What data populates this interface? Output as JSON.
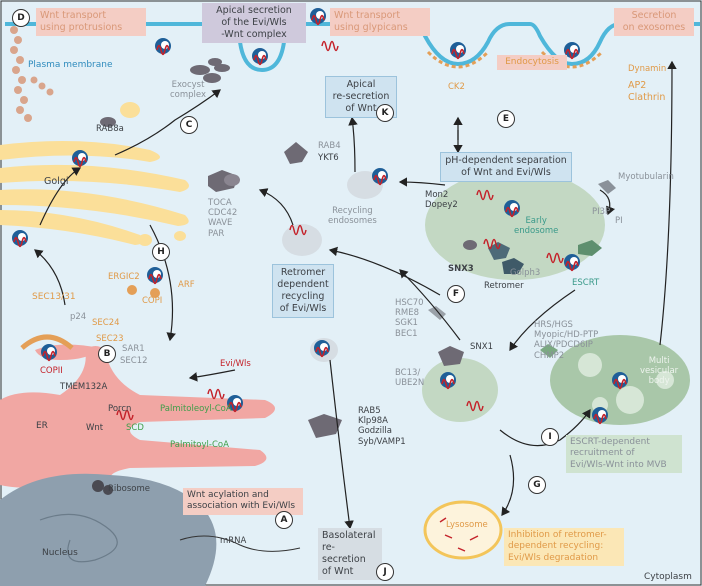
{
  "labels": {
    "corner_d": "D",
    "wnt_protrusions": "Wnt transport\nusing protrusions",
    "apical_secretion_complex": "Apical secretion\nof the Evi/Wls\n-Wnt complex",
    "wnt_glypicans": "Wnt transport\nusing glypicans",
    "secretion_exosomes": "Secretion\non exosomes",
    "plasma_membrane": "Plasma membrane",
    "exocyst_complex": "Exocyst\ncomplex",
    "endocytosis": "Endocytosis",
    "dynamin": "Dynamin",
    "ap2": "AP2",
    "clathrin": "Clathrin",
    "ck2": "CK2",
    "rab8a": "RAB8a",
    "circle_c": "C",
    "apical_resecretion": "Apical\nre-secretion\nof Wnt",
    "circle_k": "K",
    "circle_e": "E",
    "ph_dependent": "pH-dependent separation\nof Wnt and Evi/Wls",
    "rab4": "RAB4",
    "ykt6": "YKT6",
    "myotubularin": "Myotubularin",
    "pi3p": "PI3P",
    "pi": "PI",
    "golgi": "Golgi",
    "toca_group": "TOCA\nCDC42\nWAVE\nPAR",
    "recycling_endosomes": "Recycling\nendosomes",
    "mon2_dopey2": "Mon2\nDopey2",
    "early_endosome": "Early\nendosome",
    "snx3": "SNX3",
    "golph3": "Golph3",
    "retromer": "Retromer",
    "escrt": "ESCRT",
    "circle_h": "H",
    "ergic2": "ERGIC2",
    "arf": "ARF",
    "copi": "COPI",
    "retromer_dependent": "Retromer\ndependent\nrecycling\nof Evi/Wls",
    "circle_f": "F",
    "hsc_group": "HSC70\nRME8\nSGK1\nBEC1",
    "sec1331": "SEC13/31",
    "p24": "p24",
    "sec24": "SEC24",
    "sec23": "SEC23",
    "copii": "COPII",
    "circle_b": "B",
    "sar1": "SAR1",
    "sec12": "SEC12",
    "tmem132a": "TMEM132A",
    "evi_wls": "Evi/Wls",
    "hrs_group": "HRS/HGS\nMyopic/HD-PTP\nALIX/PDCD6IP\nCHMP2",
    "snx1": "SNX1",
    "bc13": "BC13/\nUBE2N",
    "multivesicular": "Multi\nvesicular\nbody",
    "porcn": "Porcn",
    "palmitoleoyl": "Palmitoleoyl-CoA",
    "er": "ER",
    "wnt": "Wnt",
    "scd": "SCD",
    "palmitoyl": "Palmitoyl-CoA",
    "rab5_group": "RAB5\nKlp98A\nGodzilla\nSyb/VAMP1",
    "circle_i": "I",
    "escrt_dependent": "ESCRT-dependent\nrecruitment of\nEvi/Wls-Wnt into MVB",
    "ribosome": "Ribosome",
    "wnt_acylation": "Wnt acylation and\nassociation with Evi/Wls",
    "circle_a": "A",
    "circle_g": "G",
    "lysosome": "Lysosome",
    "inhibition": "Inhibition of retromer-\ndependent recycling:\nEvi/Wls degradation",
    "nucleus": "Nucleus",
    "mrna": "mRNA",
    "basolateral": "Basolateral\nre-secretion\nof Wnt",
    "circle_j": "J",
    "cytoplasm": "Cytoplasm"
  }
}
